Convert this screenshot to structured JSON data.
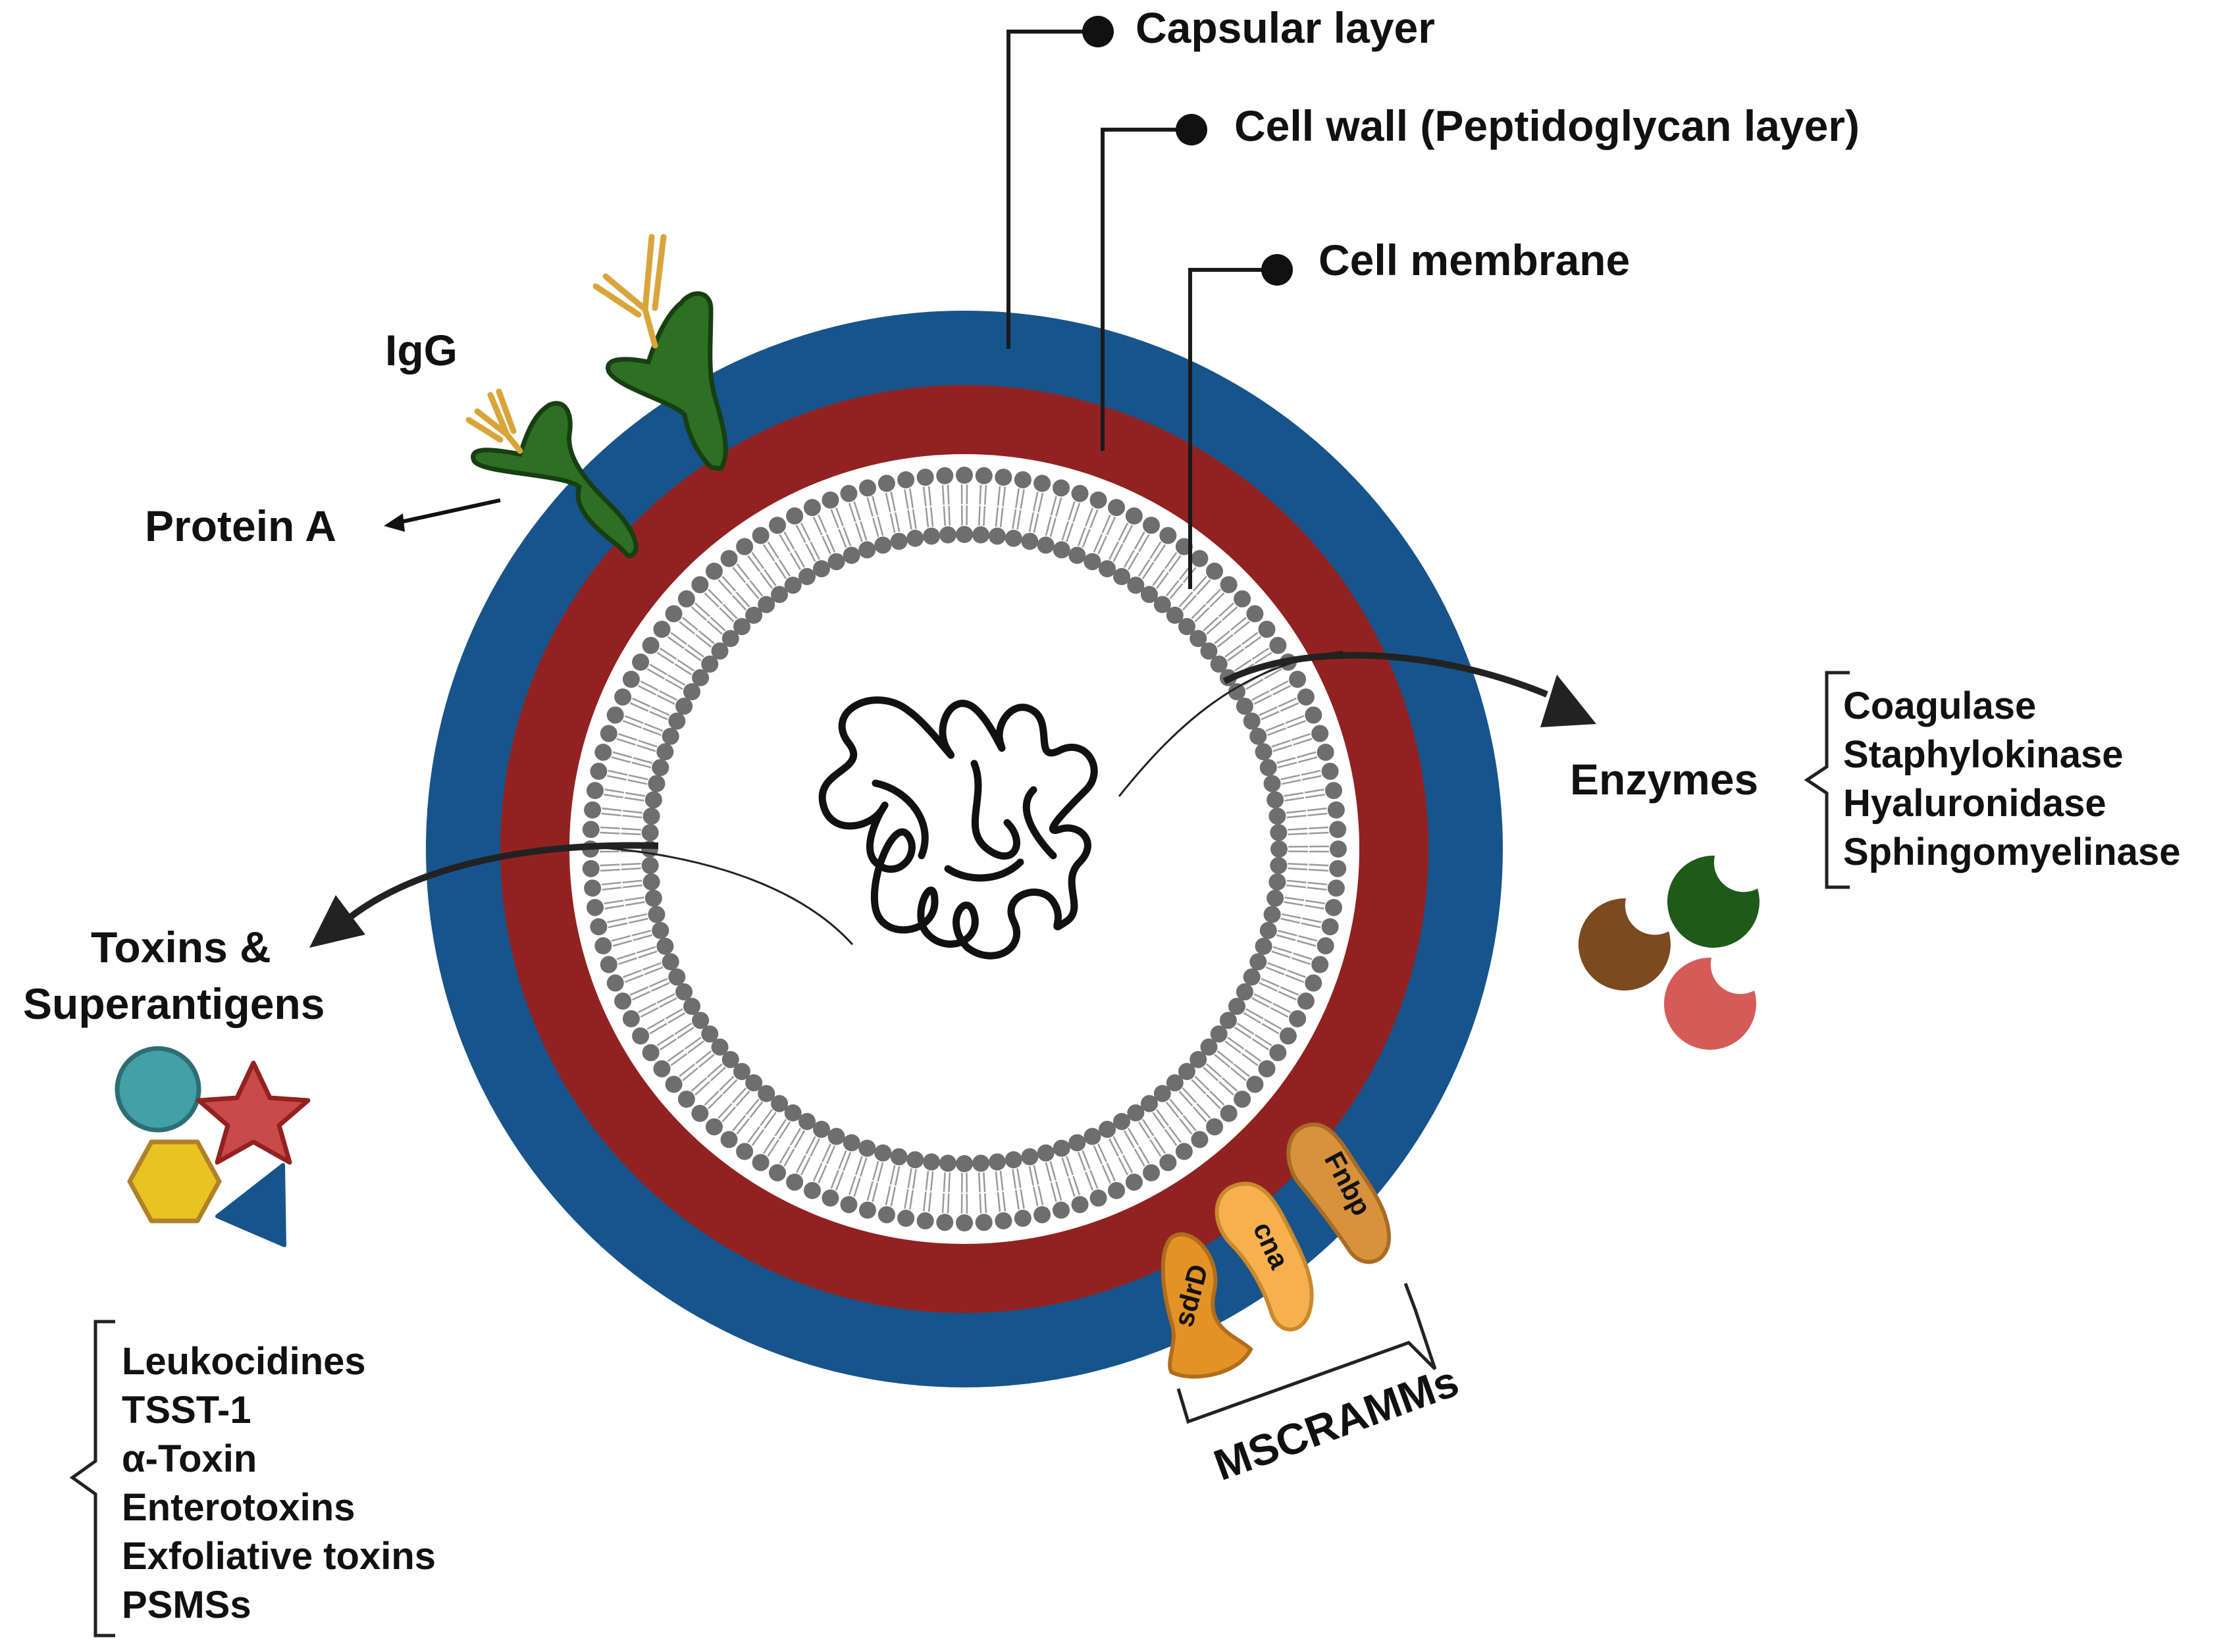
{
  "labels": {
    "capsular_layer": "Capsular layer",
    "cell_wall": "Cell wall (Peptidoglycan layer)",
    "cell_membrane": "Cell membrane",
    "igg": "IgG",
    "protein_a": "Protein A",
    "enzymes": "Enzymes",
    "toxins_line1": "Toxins &",
    "toxins_line2": "Superantigens",
    "mscramms": "MSCRAMMs"
  },
  "enzymes_list": [
    "Coagulase",
    "Staphylokinase",
    "Hyaluronidase",
    "Sphingomyelinase"
  ],
  "toxins_list": [
    "Leukocidines",
    "TSST-1",
    "α-Toxin",
    "Enterotoxins",
    "Exfoliative toxins",
    "PSMSs"
  ],
  "mscramms_proteins": [
    "sdrD",
    "cna",
    "Fnbp"
  ],
  "colors": {
    "capsule": "#17548c",
    "cell_wall": "#922221",
    "membrane_beads": "#6e6e6e",
    "protein_a": "#2d6f23",
    "igg": "#d9a53b",
    "mscramm_sdrd": "#e39226",
    "mscramm_cna": "#f7b04e",
    "mscramm_fnbp": "#d7923b",
    "enzyme_brown": "#7b4a1f",
    "enzyme_green": "#1e5a19",
    "enzyme_red": "#d65b58",
    "toxin_teal": "#41a0a8",
    "toxin_star": "#c94a4a",
    "toxin_hexagon": "#e8c420",
    "toxin_triangle": "#17548c"
  }
}
